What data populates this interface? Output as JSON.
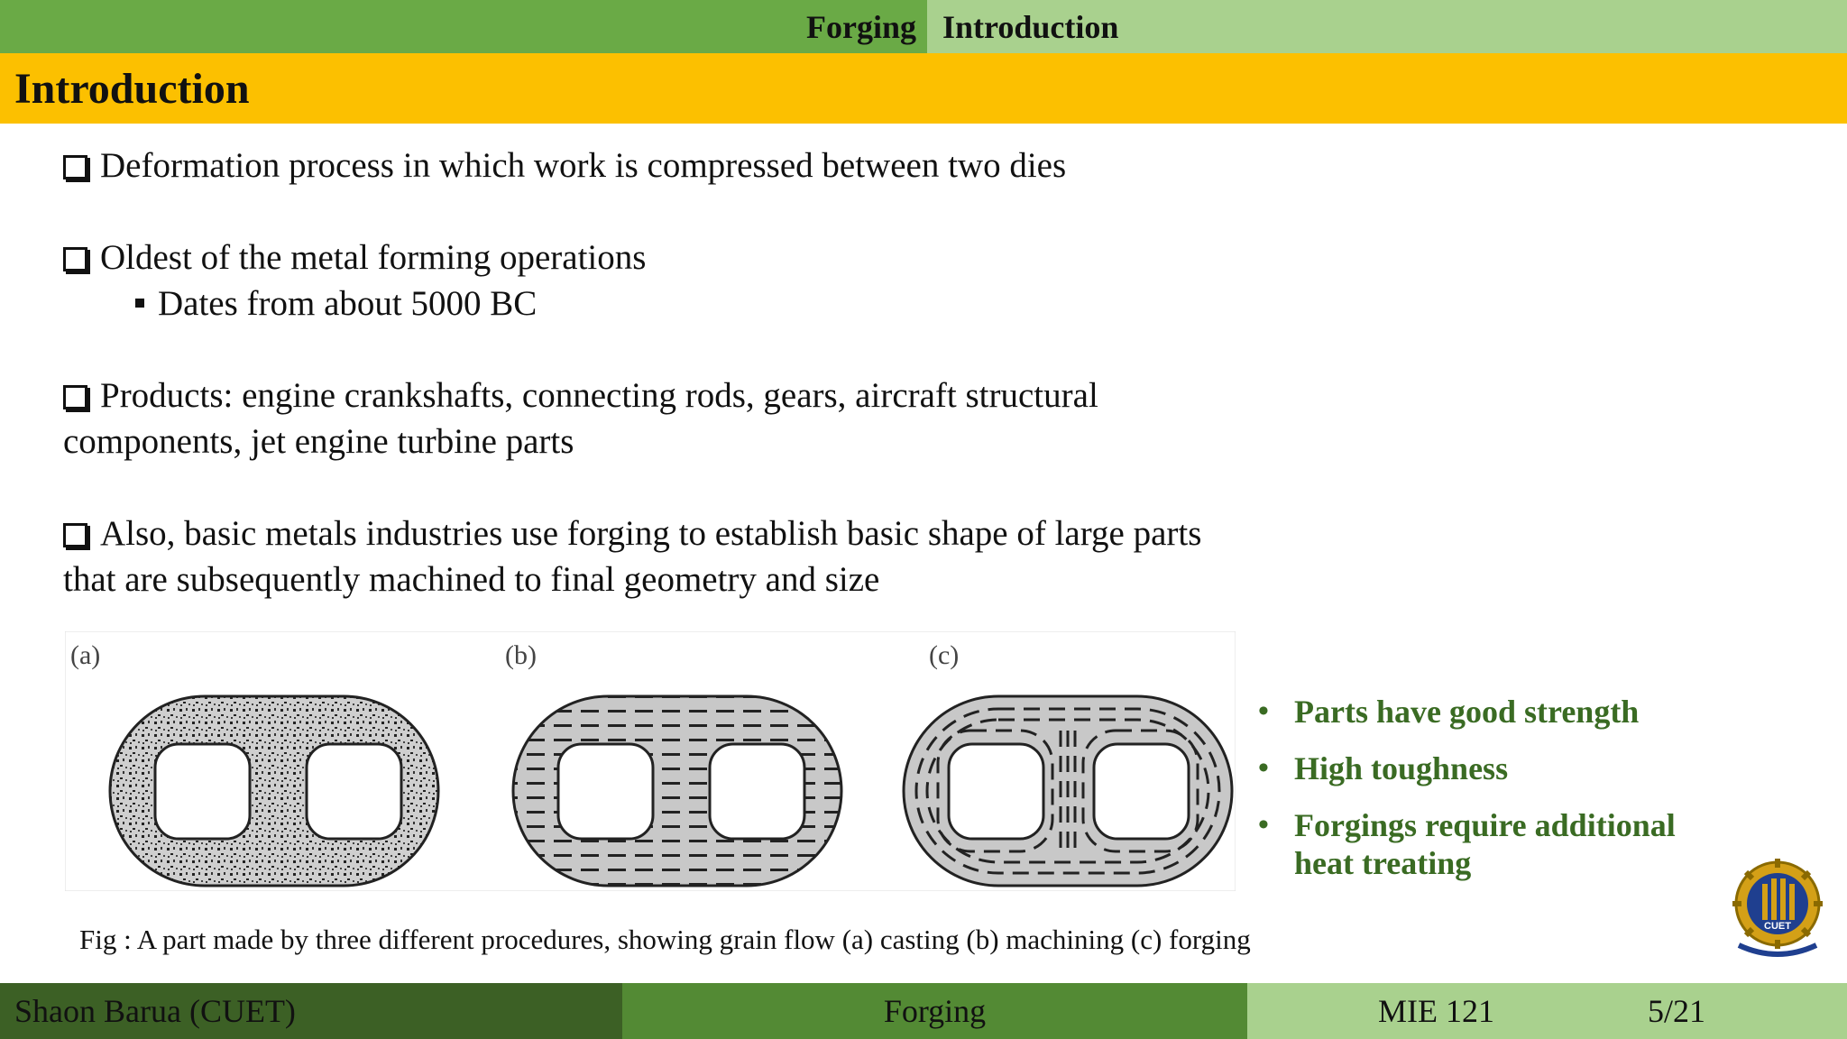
{
  "nav": {
    "section": "Forging",
    "subsection": "Introduction"
  },
  "title": "Introduction",
  "bullets": [
    {
      "text": "Deformation process in which work is compressed between two dies"
    },
    {
      "text": "Oldest of the metal forming operations",
      "sub": "Dates from about 5000 BC"
    },
    {
      "text": "Products: engine crankshafts, connecting rods, gears, aircraft structural",
      "cont": "components, jet engine turbine parts"
    },
    {
      "text": "Also, basic metals industries use forging to establish basic shape of large parts",
      "cont": "that are subsequently machined to final geometry and size"
    }
  ],
  "figure": {
    "labels": [
      "(a)",
      "(b)",
      "(c)"
    ],
    "caption": "Fig : A part made by three different procedures, showing grain flow (a) casting (b) machining (c) forging"
  },
  "callout": [
    "Parts have good strength",
    "High toughness",
    "Forgings require additional heat treating"
  ],
  "logo": {
    "text": "CUET"
  },
  "footer": {
    "author": "Shaon Barua (CUET)",
    "topic": "Forging",
    "course": "MIE 121",
    "page": "5/21"
  }
}
